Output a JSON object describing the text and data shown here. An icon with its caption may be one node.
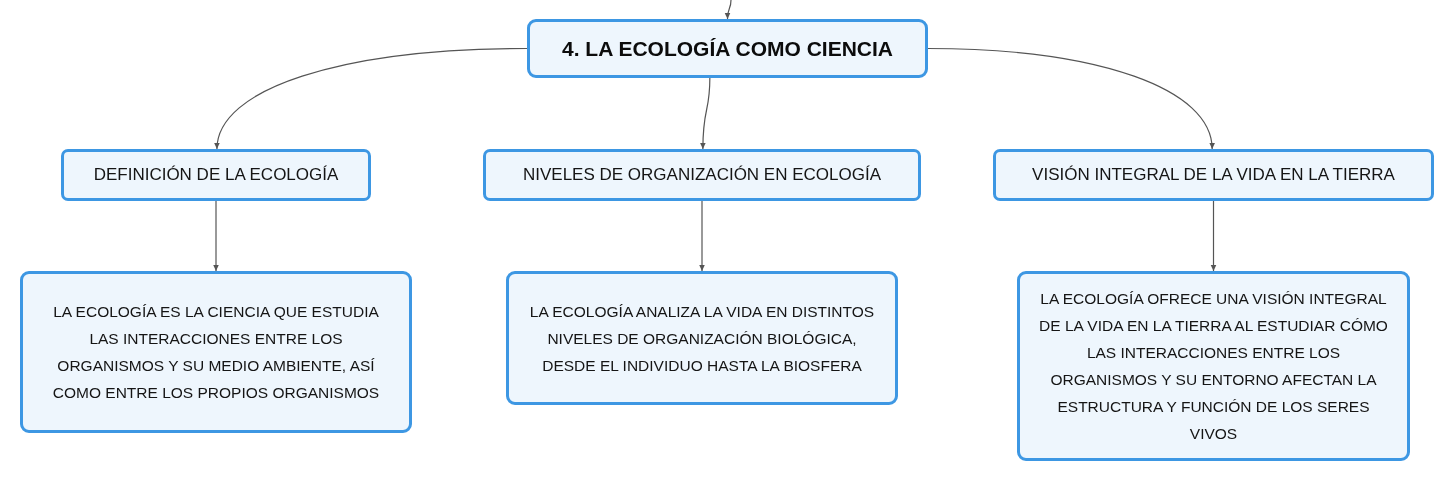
{
  "diagram": {
    "nodes": [
      {
        "text": [
          "4. LA ECOLOGÍA COMO CIENCIA"
        ]
      },
      {
        "text": [
          "DEFINICIÓN DE LA ECOLOGÍA"
        ]
      },
      {
        "text": [
          "NIVELES DE ORGANIZACIÓN EN ECOLOGÍA"
        ]
      },
      {
        "text": [
          "VISIÓN INTEGRAL DE LA VIDA EN LA TIERRA"
        ]
      },
      {
        "text": [
          "LA ECOLOGÍA ES LA CIENCIA QUE ESTUDIA LAS INTERACCIONES ENTRE LOS ORGANISMOS Y SU MEDIO AMBIENTE, ASÍ COMO ENTRE LOS PROPIOS ORGANISMOS"
        ]
      },
      {
        "text": [
          "LA ECOLOGÍA ANALIZA LA VIDA EN DISTINTOS NIVELES DE ORGANIZACIÓN BIOLÓGICA, DESDE EL INDIVIDUO HASTA LA BIOSFERA"
        ]
      },
      {
        "text": [
          "LA ECOLOGÍA OFRECE UNA VISIÓN INTEGRAL DE LA VIDA EN LA TIERRA AL ESTUDIAR CÓMO LAS INTERACCIONES ENTRE LOS ORGANISMOS Y SU ENTORNO AFECTAN LA ESTRUCTURA Y FUNCIÓN DE LOS SERES VIVOS"
        ]
      }
    ],
    "edges": [
      {
        "from": null,
        "to": 0,
        "arrow": "to"
      },
      {
        "from": 0,
        "to": 1,
        "arrow": "to"
      },
      {
        "from": 0,
        "to": 2,
        "arrow": "to"
      },
      {
        "from": 0,
        "to": 3,
        "arrow": "to"
      },
      {
        "from": 1,
        "to": 4,
        "arrow": "to"
      },
      {
        "from": 2,
        "to": 5,
        "arrow": "to"
      },
      {
        "from": 3,
        "to": 6,
        "arrow": "to"
      }
    ]
  }
}
